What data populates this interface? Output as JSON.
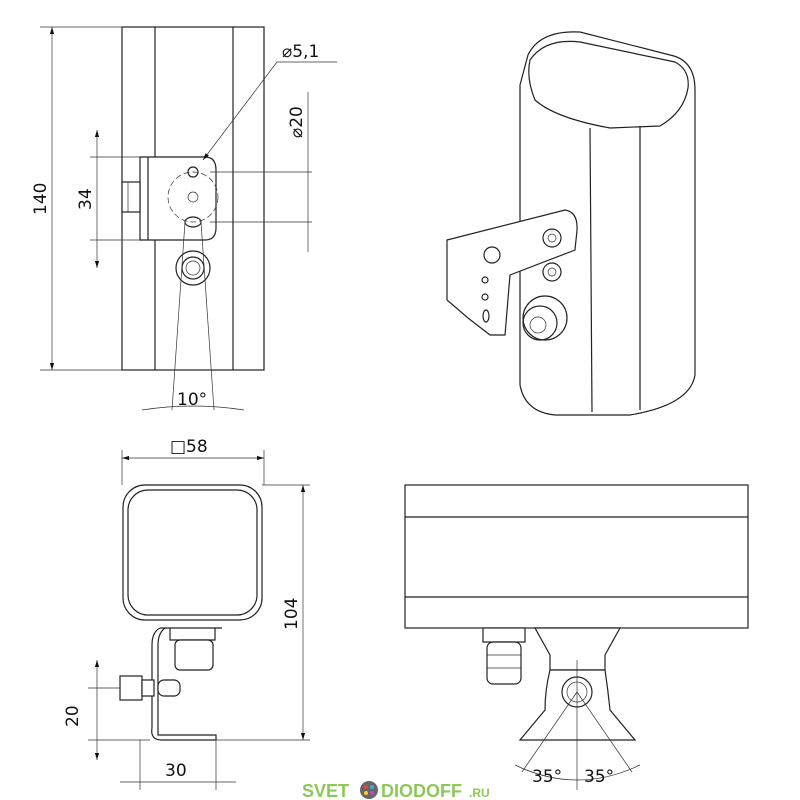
{
  "dimensions": {
    "height_140": "140",
    "bracket_34": "34",
    "hole_diameter": "⌀5,1",
    "circle_diameter": "⌀20",
    "rotation_10": "10°",
    "square_58": "□58",
    "height_104": "104",
    "offset_20": "20",
    "depth_30": "30",
    "tilt_left": "35°",
    "tilt_right": "35°"
  },
  "logo": {
    "text_left": "SVET",
    "text_right": "DIODOFF",
    "suffix": ".RU"
  },
  "colors": {
    "logo": "#8fc85a",
    "line": "#222222"
  }
}
